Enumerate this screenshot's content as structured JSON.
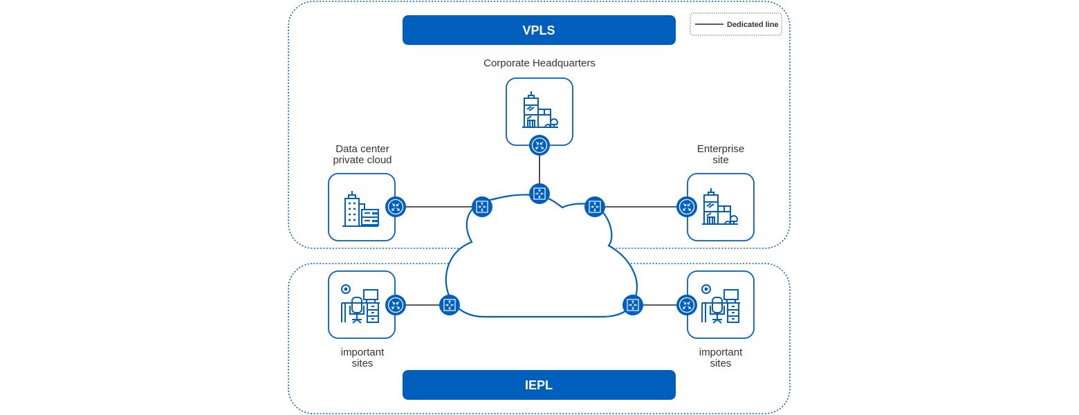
{
  "colors": {
    "primary": "#005ebc",
    "line": "#222222",
    "text": "#333333",
    "legend_border": "#888888"
  },
  "legend": {
    "label": "Dedicated line"
  },
  "regions": {
    "vpls": {
      "label": "VPLS"
    },
    "iepl": {
      "label": "IEPL"
    }
  },
  "sites": {
    "headquarters": {
      "label_lines": [
        "Corporate Headquarters"
      ],
      "icon": "office-building-icon"
    },
    "data_center": {
      "label_lines": [
        "Data center",
        "private cloud"
      ],
      "icon": "data-center-icon"
    },
    "enterprise": {
      "label_lines": [
        "Enterprise",
        "site"
      ],
      "icon": "office-building-icon"
    },
    "important_left": {
      "label_lines": [
        "important",
        "sites"
      ],
      "icon": "workstation-desk-icon"
    },
    "important_right": {
      "label_lines": [
        "important",
        "sites"
      ],
      "icon": "workstation-desk-icon"
    }
  },
  "devices": {
    "site_router_icon": "router-icon",
    "cloud_switch_icon": "switch-icon",
    "network_cloud_icon": "cloud-network-icon"
  }
}
